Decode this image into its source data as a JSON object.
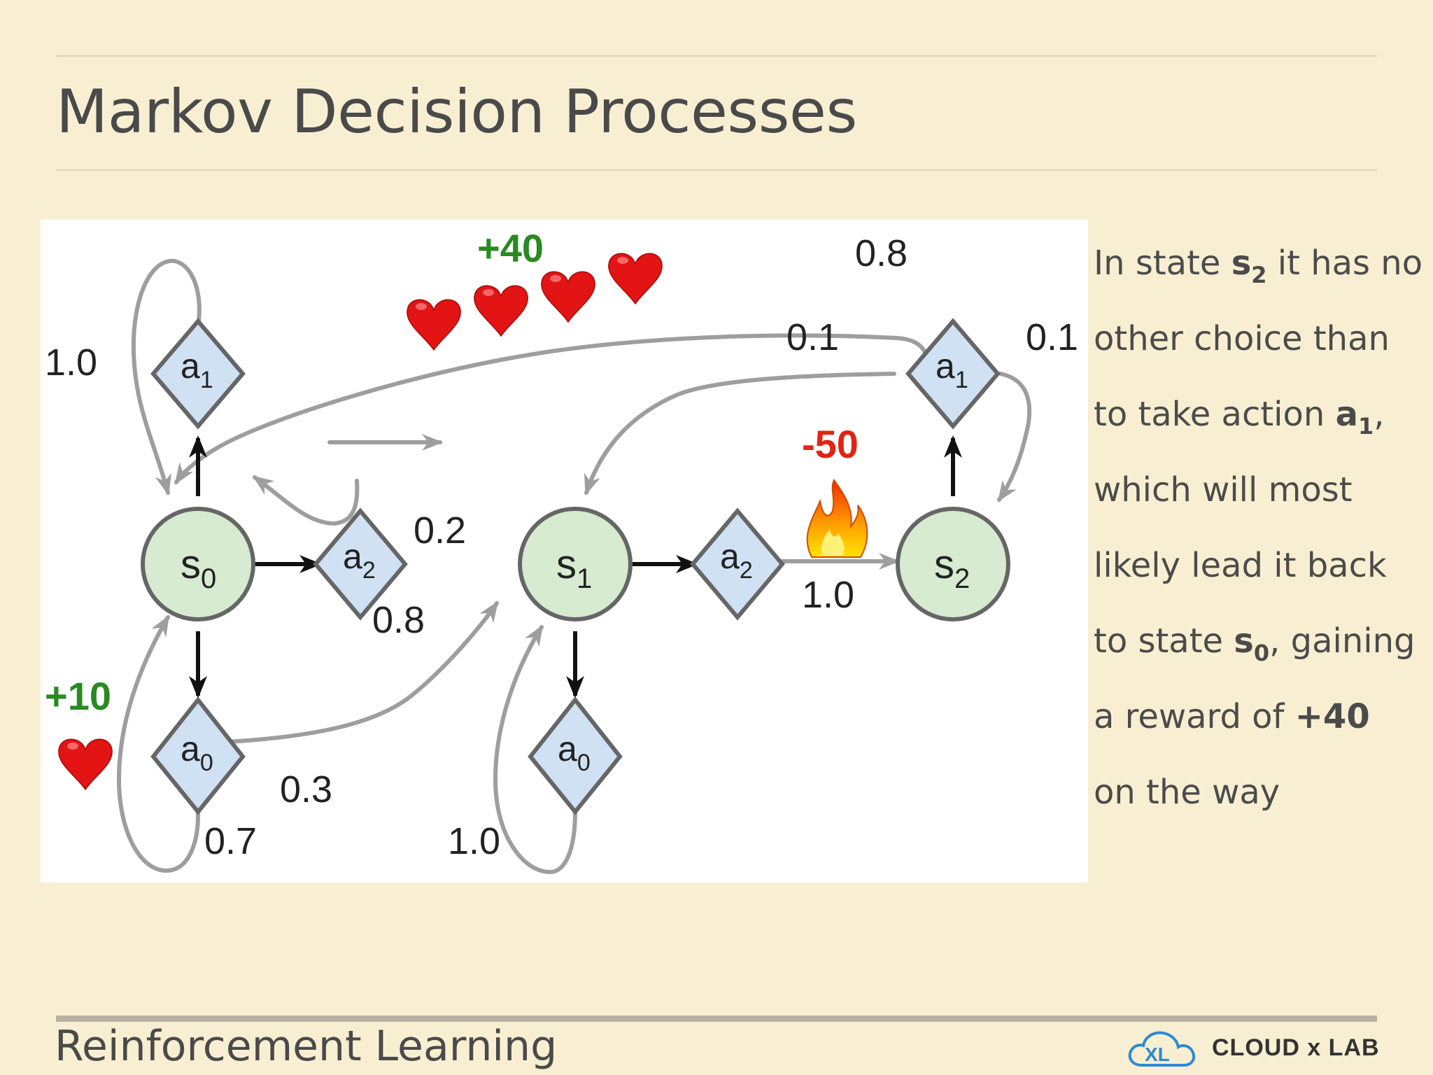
{
  "slide": {
    "title": "Markov Decision Processes",
    "footer_title": "Reinforcement Learning",
    "logo_text": "CLOUD x LAB"
  },
  "side_text": {
    "l1_pre": "In state ",
    "l1_s": "s",
    "l1_sub": "2",
    "l1_post": " it has no",
    "l2": "other choice than",
    "l3_pre": "to take action ",
    "l3_a": "a",
    "l3_sub": "1",
    "l3_post": ",",
    "l4": "which will most",
    "l5": "likely lead it back",
    "l6_pre": "to state ",
    "l6_s": "s",
    "l6_sub": "0",
    "l6_post": ", gaining",
    "l7_pre": "a reward of ",
    "l7_b": "+40",
    "l8": "on the way"
  },
  "diagram": {
    "states": [
      {
        "id": "s0",
        "letter": "s",
        "sub": "0"
      },
      {
        "id": "s1",
        "letter": "s",
        "sub": "1"
      },
      {
        "id": "s2",
        "letter": "s",
        "sub": "2"
      }
    ],
    "actions": [
      {
        "id": "s0_a1",
        "letter": "a",
        "sub": "1"
      },
      {
        "id": "s0_a2",
        "letter": "a",
        "sub": "2"
      },
      {
        "id": "s0_a0",
        "letter": "a",
        "sub": "0"
      },
      {
        "id": "s1_a2",
        "letter": "a",
        "sub": "2"
      },
      {
        "id": "s1_a0",
        "letter": "a",
        "sub": "0"
      },
      {
        "id": "s2_a1",
        "letter": "a",
        "sub": "1"
      }
    ],
    "probabilities": {
      "s0_a1_to_s0": "1.0",
      "s0_a2_to_s1": "0.2",
      "s0_a2_to_s0": "0.8",
      "s0_a0_to_s1": "0.3",
      "s0_a0_to_s0": "0.7",
      "s1_a0_to_s1": "1.0",
      "s1_a2_to_s2": "1.0",
      "s2_a1_to_s0": "0.8",
      "s2_a1_to_s1": "0.1",
      "s2_a1_to_s2": "0.1"
    },
    "rewards": {
      "plus40": "+40",
      "plus10": "+10",
      "minus50": "-50"
    },
    "colors": {
      "state_fill": "#d6ebd0",
      "action_fill": "#cfe1f3",
      "outline": "#666666",
      "arrow_grey": "#9e9e9e",
      "reward_positive": "#2a8a22",
      "reward_negative": "#e02414",
      "heart": "#e31414"
    },
    "icons": [
      "heart-icon",
      "fire-icon"
    ]
  }
}
